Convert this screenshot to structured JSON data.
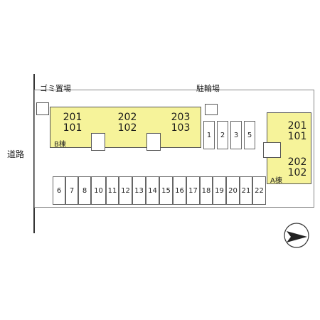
{
  "road": {
    "label": "道路"
  },
  "garbage": {
    "label": "ゴミ置場"
  },
  "bicycle": {
    "label": "駐輪場"
  },
  "building_b": {
    "label": "B棟",
    "units": [
      {
        "top": "201",
        "bottom": "101"
      },
      {
        "top": "202",
        "bottom": "102"
      },
      {
        "top": "203",
        "bottom": "103"
      }
    ]
  },
  "building_a": {
    "label": "A棟",
    "units_upper": {
      "top": "201",
      "bottom": "101"
    },
    "units_lower": {
      "top": "202",
      "bottom": "102"
    }
  },
  "parking_small": [
    "1",
    "2",
    "3",
    "5"
  ],
  "parking_row": [
    "6",
    "7",
    "8",
    "10",
    "11",
    "12",
    "13",
    "14",
    "15",
    "16",
    "17",
    "18",
    "19",
    "20",
    "21",
    "22"
  ],
  "compass": {
    "icon": "north-arrow-icon"
  }
}
